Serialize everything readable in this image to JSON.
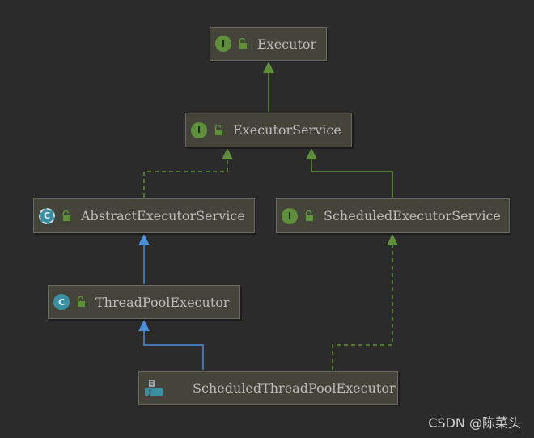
{
  "diagram": {
    "nodes": {
      "executor": {
        "name": "Executor",
        "kind": "interface",
        "badge": "I"
      },
      "executor_service": {
        "name": "ExecutorService",
        "kind": "interface",
        "badge": "I"
      },
      "abstract_executor_service": {
        "name": "AbstractExecutorService",
        "kind": "abstract-class",
        "badge": "C"
      },
      "scheduled_executor_service": {
        "name": "ScheduledExecutorService",
        "kind": "interface",
        "badge": "I"
      },
      "thread_pool_executor": {
        "name": "ThreadPoolExecutor",
        "kind": "class",
        "badge": "C"
      },
      "scheduled_thread_pool_executor": {
        "name": "ScheduledThreadPoolExecutor",
        "kind": "java-file"
      }
    },
    "edges": [
      {
        "from": "executor_service",
        "to": "executor",
        "type": "extends"
      },
      {
        "from": "abstract_executor_service",
        "to": "executor_service",
        "type": "implements"
      },
      {
        "from": "scheduled_executor_service",
        "to": "executor_service",
        "type": "extends"
      },
      {
        "from": "thread_pool_executor",
        "to": "abstract_executor_service",
        "type": "extends-class"
      },
      {
        "from": "scheduled_thread_pool_executor",
        "to": "thread_pool_executor",
        "type": "extends-class"
      },
      {
        "from": "scheduled_thread_pool_executor",
        "to": "scheduled_executor_service",
        "type": "implements"
      }
    ],
    "colors": {
      "background": "#2b2b2b",
      "node_fill": "#45443a",
      "interface_edge": "#5f8f3a",
      "class_edge": "#4a8fdc"
    }
  },
  "watermark": "CSDN @陈菜头"
}
